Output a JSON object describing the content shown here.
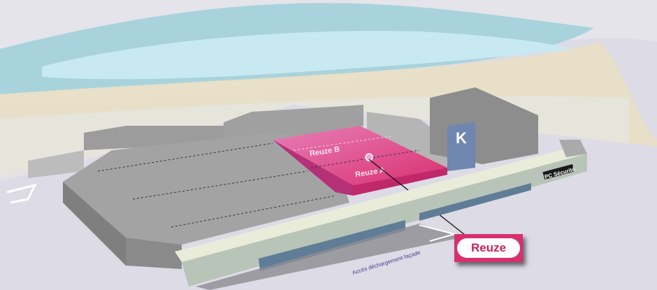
{
  "map": {
    "zones": [
      {
        "label": "Reuze B"
      },
      {
        "label": "Reuze A"
      }
    ],
    "building_letter": "K",
    "security_label": "PC Sécurité",
    "access_label": "Accès déchargement façade",
    "callout_label": "Reuze",
    "colors": {
      "highlight": "#d8306e",
      "building": "#9a9a9a",
      "ground": "#dcdbe6",
      "sea": "#a8d3dd",
      "sand": "#e9dfc2"
    }
  }
}
